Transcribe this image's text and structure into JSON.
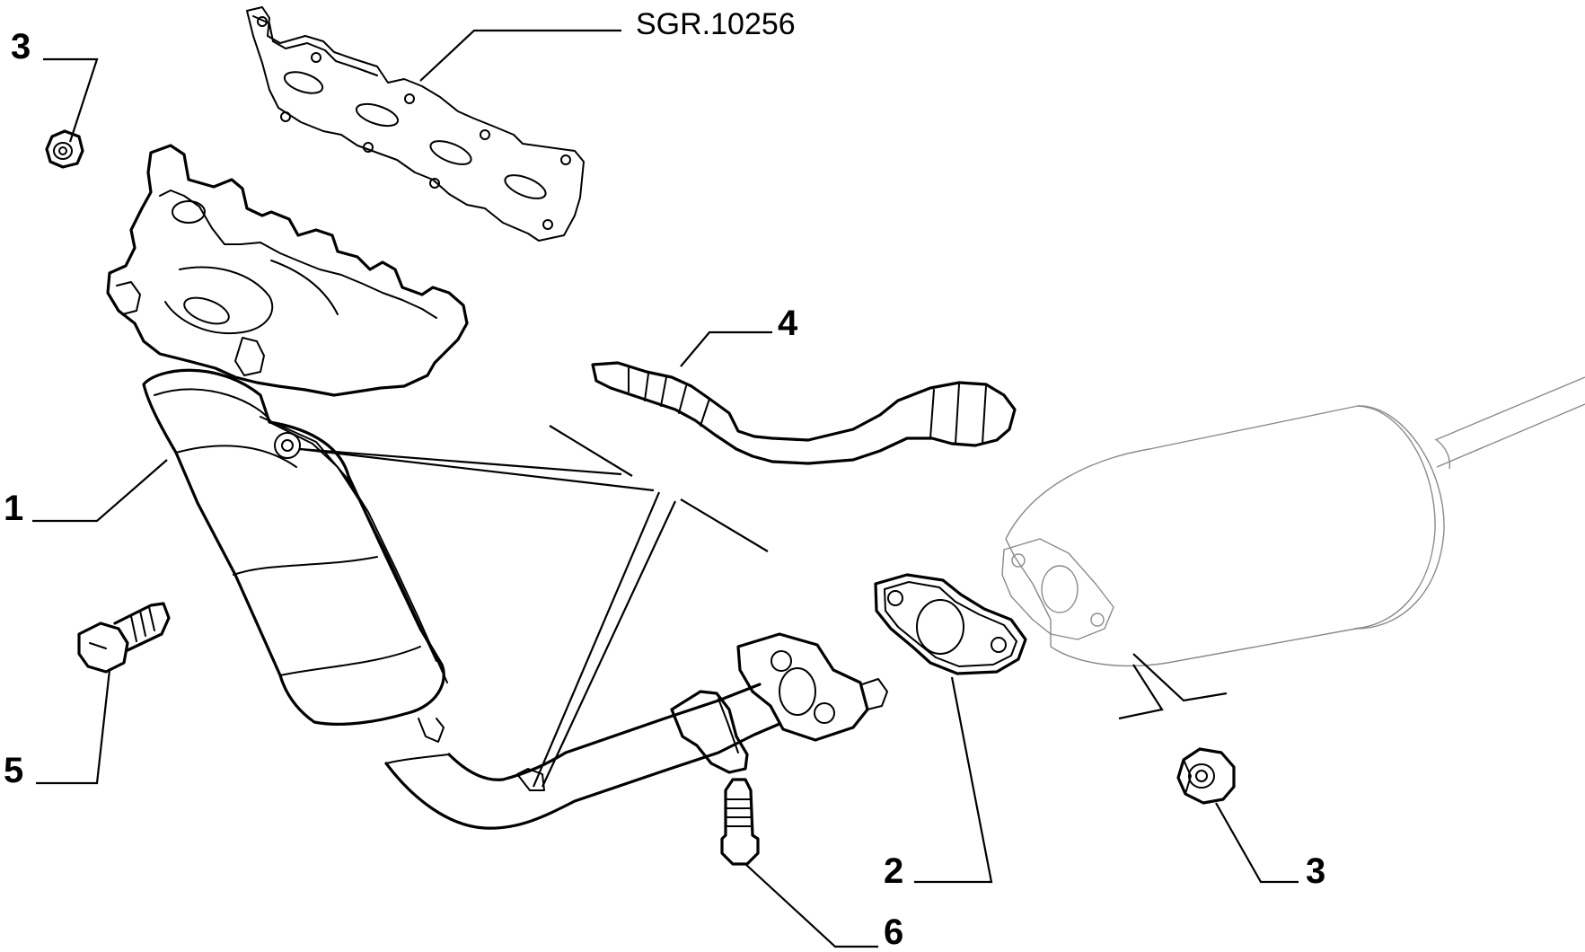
{
  "diagram": {
    "reference_code": "SGR.10256",
    "callouts": [
      {
        "id": "catalytic-manifold",
        "number": "1"
      },
      {
        "id": "flange-gasket",
        "number": "2"
      },
      {
        "id": "nut-top-left",
        "number": "3"
      },
      {
        "id": "nut-right",
        "number": "3"
      },
      {
        "id": "lambda-sensor",
        "number": "4"
      },
      {
        "id": "bolt",
        "number": "5"
      },
      {
        "id": "stud",
        "number": "6"
      }
    ]
  },
  "colors": {
    "line": "#000000",
    "context_part": "#8a8a8a",
    "background": "#ffffff"
  }
}
